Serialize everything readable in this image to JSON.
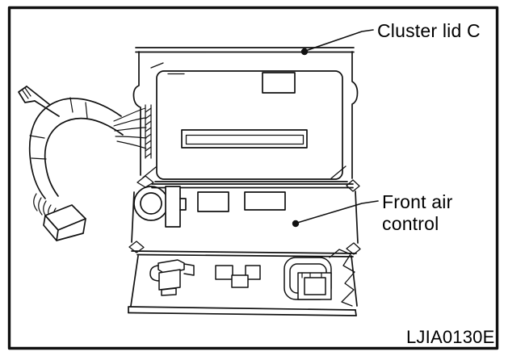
{
  "figure": {
    "background_color": "#ffffff",
    "frame_color": "#000000",
    "line_color": "#111111",
    "code": "LJIA0130E",
    "callouts": {
      "cluster_lid": {
        "text": "Cluster lid C"
      },
      "front_air": {
        "line1": "Front air",
        "line2": "control"
      }
    },
    "parts": [
      "figure-frame",
      "cluster-lid-c-panel",
      "audio-unit-face",
      "display-window",
      "cd-slot",
      "front-air-control-panel",
      "control-knob",
      "knob-bracket",
      "small-button",
      "wide-button",
      "lower-finisher-panel",
      "left-connector",
      "middle-connector",
      "right-connector",
      "wiring-harness",
      "harness-branch-stub",
      "harness-boot",
      "harness-connector",
      "cluster-lid-leader",
      "front-air-leader"
    ]
  }
}
